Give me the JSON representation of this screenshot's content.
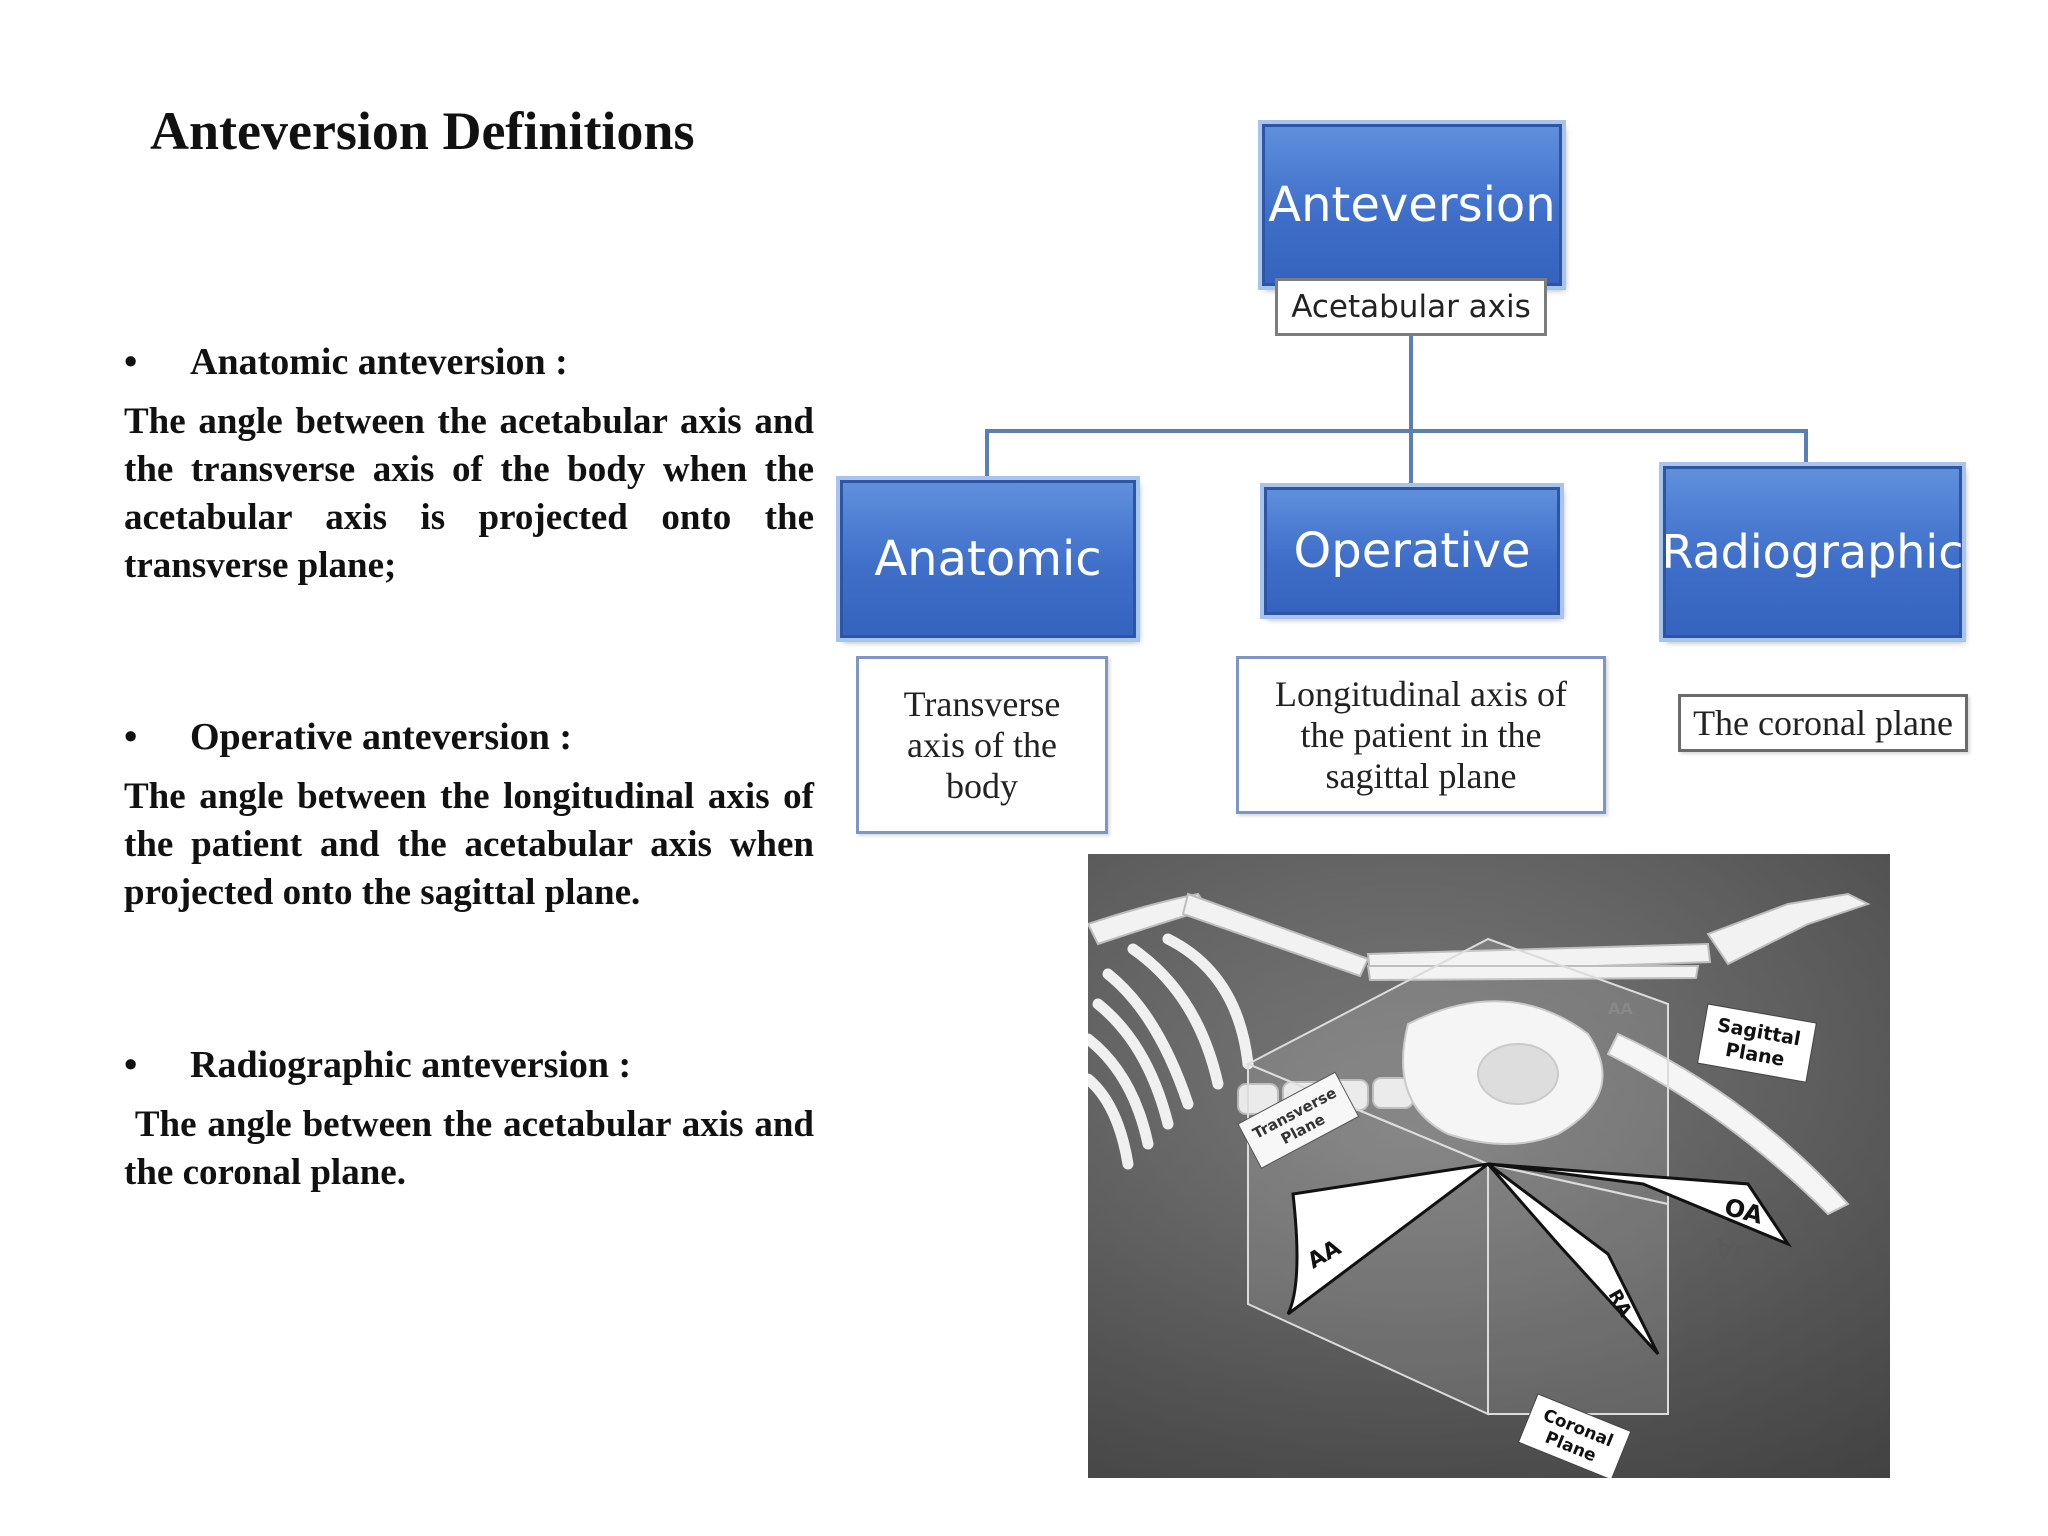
{
  "slide": {
    "title": "Anteversion Definitions",
    "bullet_glyph": "•",
    "sections": [
      {
        "heading": "Anatomic anteversion :",
        "text": "The angle between the acetabular axis and the transverse axis of the body when the acetabular axis is projected onto the transverse plane;"
      },
      {
        "heading": "Operative anteversion :",
        "text": "The angle between the longitudinal axis of the patient and the acetabular axis when projected onto the sagittal plane."
      },
      {
        "heading": "Radiographic anteversion :",
        "text": " The angle between the acetabular axis and the coronal plane."
      }
    ]
  },
  "diagram": {
    "root": {
      "label": "Anteversion",
      "sublabel": "Acetabular axis"
    },
    "children": [
      {
        "label": "Anatomic",
        "desc_lines": [
          "Transverse",
          "axis of the",
          "body"
        ]
      },
      {
        "label": "Operative",
        "desc_lines": [
          "Longitudinal  axis of",
          "the patient in the",
          "sagittal  plane"
        ]
      },
      {
        "label": "Radiographic",
        "desc_lines": [
          "The coronal plane"
        ]
      }
    ],
    "colors": {
      "box_fill": "#3f6fc9",
      "box_border": "#2c55a5",
      "line": "#5b7fb5"
    }
  },
  "photo": {
    "labels": {
      "sagittal": [
        "Sagittal",
        "Plane"
      ],
      "transverse": [
        "Transverse",
        "Plane"
      ],
      "coronal": [
        "Coronal",
        "Plane"
      ],
      "aa_front": "AA",
      "aa_back": "AA",
      "oa": "OA",
      "oa_reflection": "OA",
      "ra": "RA"
    }
  }
}
